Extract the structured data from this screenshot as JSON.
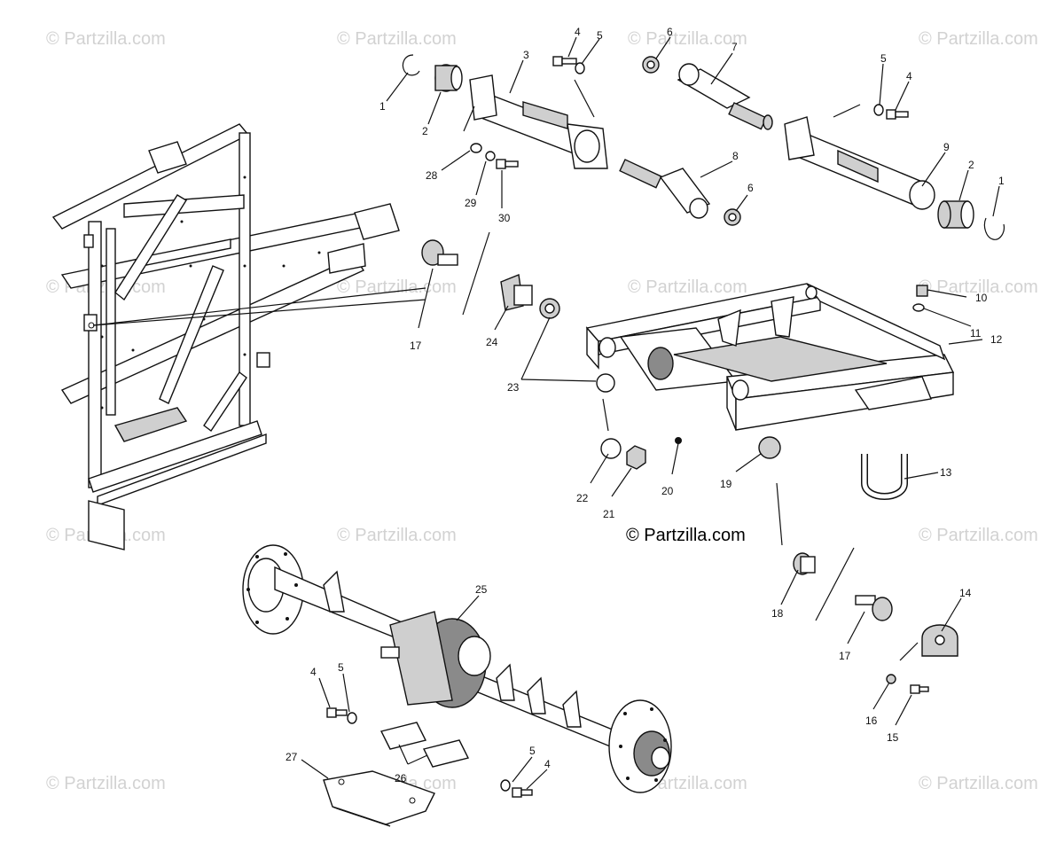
{
  "watermark": {
    "text": "© Partzilla.com"
  },
  "copyright": "© Partzilla.com",
  "callouts": [
    {
      "id": "c1a",
      "label": "1"
    },
    {
      "id": "c2a",
      "label": "2"
    },
    {
      "id": "c3",
      "label": "3"
    },
    {
      "id": "c4a",
      "label": "4"
    },
    {
      "id": "c5a",
      "label": "5"
    },
    {
      "id": "c6a",
      "label": "6"
    },
    {
      "id": "c7",
      "label": "7"
    },
    {
      "id": "c5b",
      "label": "5"
    },
    {
      "id": "c4b",
      "label": "4"
    },
    {
      "id": "c9",
      "label": "9"
    },
    {
      "id": "c2b",
      "label": "2"
    },
    {
      "id": "c1b",
      "label": "1"
    },
    {
      "id": "c8",
      "label": "8"
    },
    {
      "id": "c6b",
      "label": "6"
    },
    {
      "id": "c28",
      "label": "28"
    },
    {
      "id": "c29",
      "label": "29"
    },
    {
      "id": "c30",
      "label": "30"
    },
    {
      "id": "c10",
      "label": "10"
    },
    {
      "id": "c11",
      "label": "11"
    },
    {
      "id": "c12",
      "label": "12"
    },
    {
      "id": "c17a",
      "label": "17"
    },
    {
      "id": "c24",
      "label": "24"
    },
    {
      "id": "c23",
      "label": "23"
    },
    {
      "id": "c22",
      "label": "22"
    },
    {
      "id": "c21",
      "label": "21"
    },
    {
      "id": "c20",
      "label": "20"
    },
    {
      "id": "c19",
      "label": "19"
    },
    {
      "id": "c13",
      "label": "13"
    },
    {
      "id": "c25",
      "label": "25"
    },
    {
      "id": "c18",
      "label": "18"
    },
    {
      "id": "c14",
      "label": "14"
    },
    {
      "id": "c17b",
      "label": "17"
    },
    {
      "id": "c16",
      "label": "16"
    },
    {
      "id": "c15",
      "label": "15"
    },
    {
      "id": "c4c",
      "label": "4"
    },
    {
      "id": "c5c",
      "label": "5"
    },
    {
      "id": "c27",
      "label": "27"
    },
    {
      "id": "c26",
      "label": "26"
    },
    {
      "id": "c5d",
      "label": "5"
    },
    {
      "id": "c4d",
      "label": "4"
    }
  ]
}
